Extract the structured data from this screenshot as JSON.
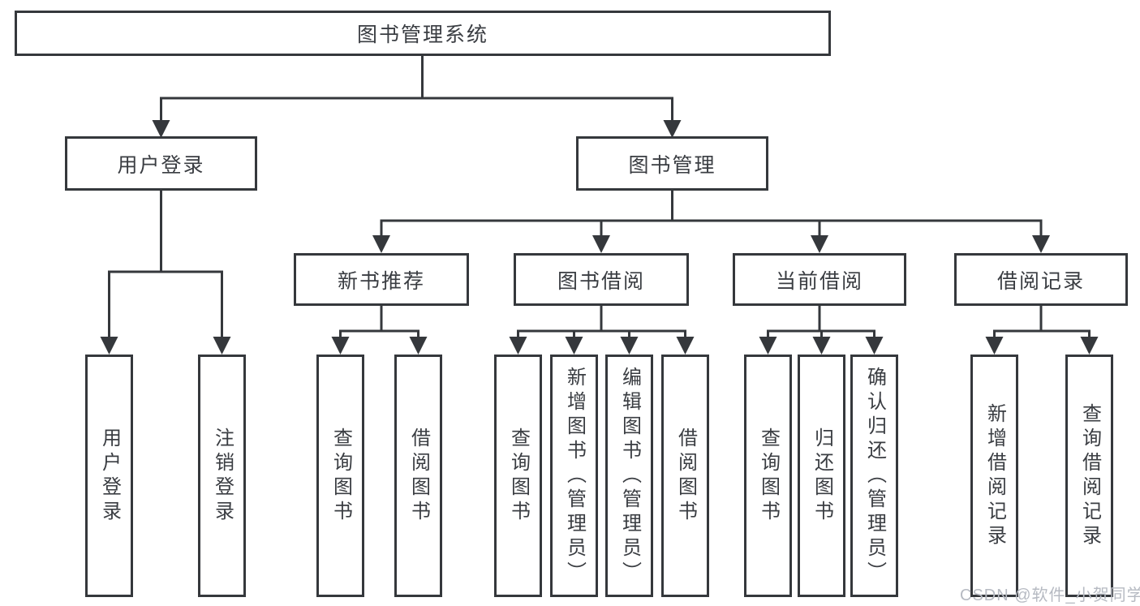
{
  "tree": {
    "label": "图书管理系统",
    "children": [
      {
        "label": "用户登录",
        "children": [
          {
            "label": "用户登录"
          },
          {
            "label": "注销登录"
          }
        ]
      },
      {
        "label": "图书管理",
        "children": [
          {
            "label": "新书推荐",
            "children": [
              {
                "label": "查询图书"
              },
              {
                "label": "借阅图书"
              }
            ]
          },
          {
            "label": "图书借阅",
            "children": [
              {
                "label": "查询图书"
              },
              {
                "label": "新增图书（管理员）"
              },
              {
                "label": "编辑图书（管理员）"
              },
              {
                "label": "借阅图书"
              }
            ]
          },
          {
            "label": "当前借阅",
            "children": [
              {
                "label": "查询图书"
              },
              {
                "label": "归还图书"
              },
              {
                "label": "确认归还（管理员）"
              }
            ]
          },
          {
            "label": "借阅记录",
            "children": [
              {
                "label": "新增借阅记录"
              },
              {
                "label": "查询借阅记录"
              }
            ]
          }
        ]
      }
    ]
  },
  "watermark": {
    "text": "CSDN @软件_小贺同学"
  },
  "colors": {
    "line": "#35383c",
    "text": "#3a3d42",
    "watermark": "#b6bac2",
    "background": "#ffffff"
  }
}
